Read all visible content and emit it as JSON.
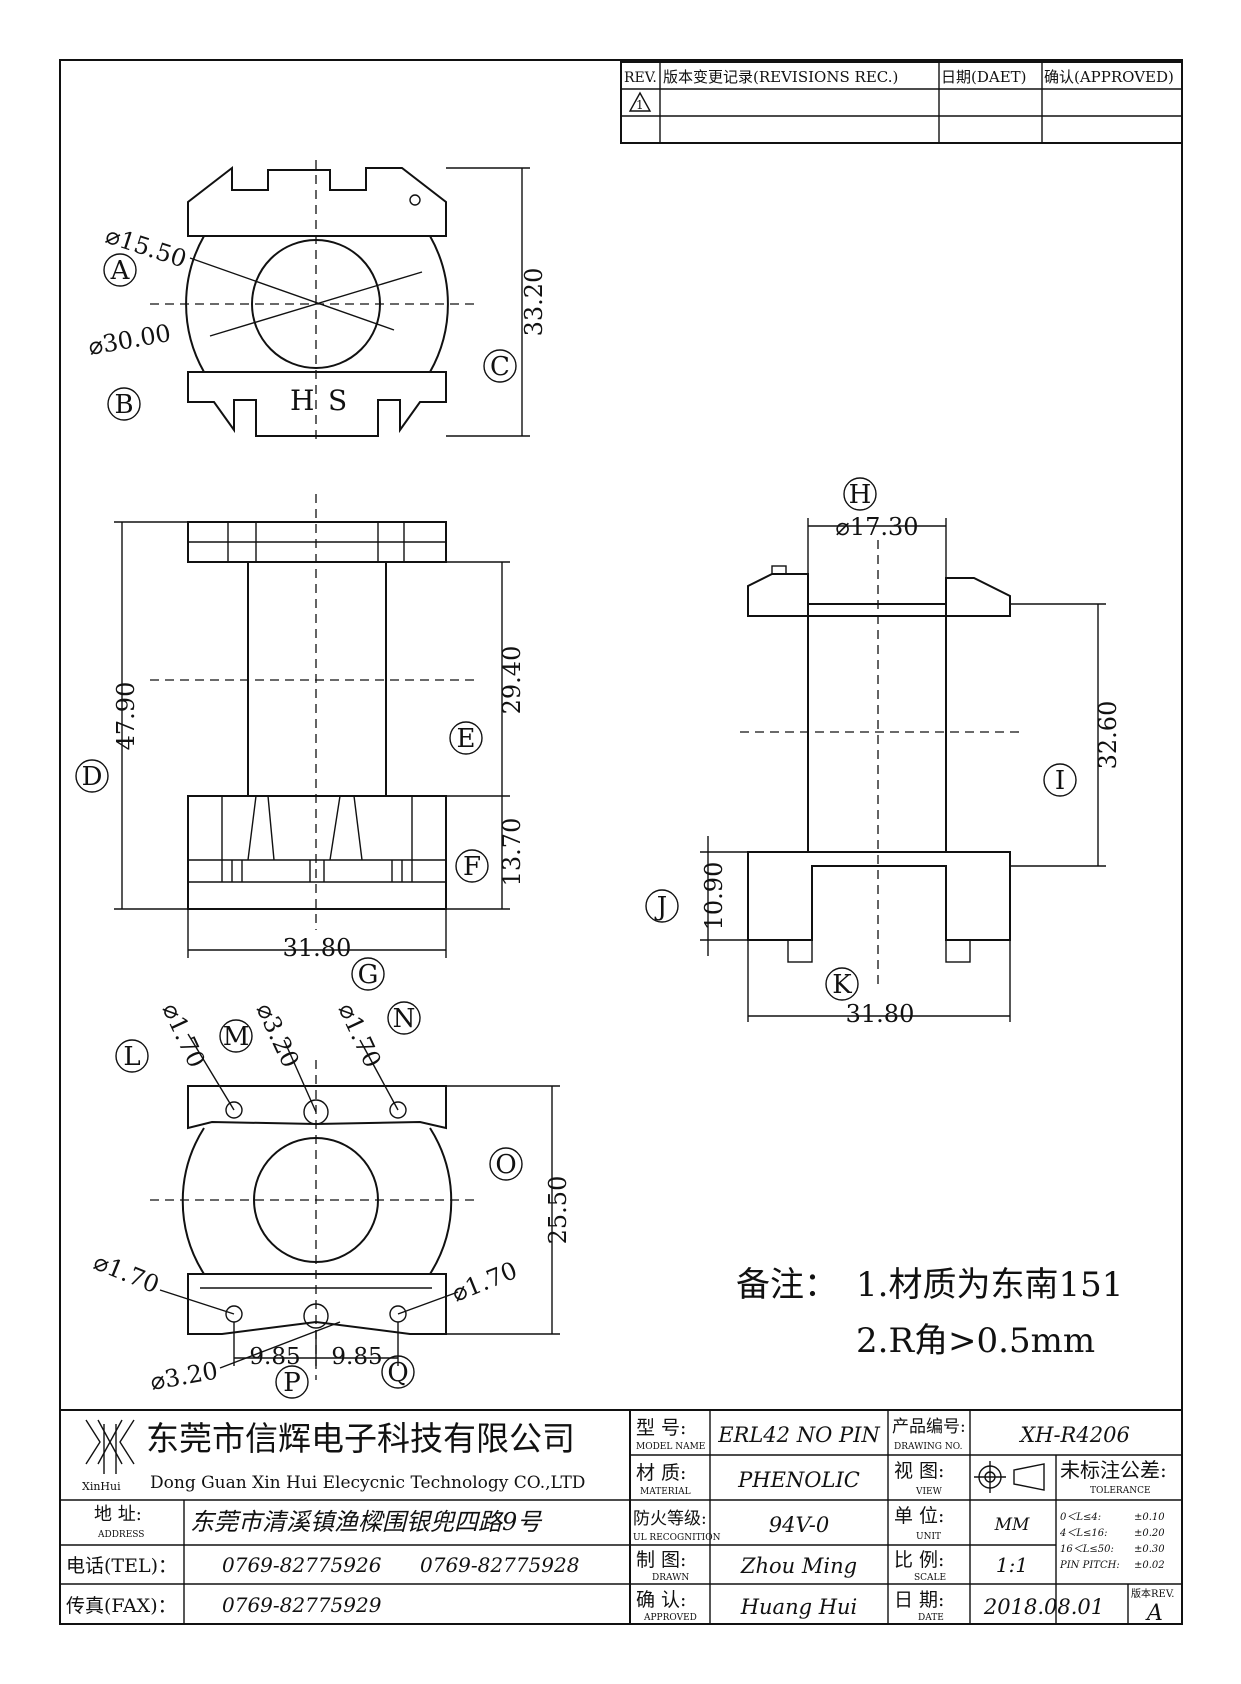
{
  "revision_table": {
    "headers": [
      "REV.",
      "版本变更记录(REVISIONS REC.)",
      "日期(DAET)",
      "确认(APPROVED)"
    ],
    "row1_mark": "1"
  },
  "dimensions": {
    "top_dia_inner": "⌀15.50",
    "top_dia_outer": "⌀30.00",
    "top_height": "33.20",
    "top_marks": [
      "H",
      "S"
    ],
    "side_total": "47.90",
    "side_winding": "29.40",
    "side_base": "13.70",
    "side_width": "31.80",
    "right_dia": "⌀17.30",
    "right_height": "32.60",
    "right_base": "10.90",
    "right_width": "31.80",
    "bottom_pin1": "⌀1.70",
    "bottom_pin2": "⌀3.20",
    "bottom_pin3": "⌀1.70",
    "bottom_height": "25.50",
    "bottom_left_pin": "⌀1.70",
    "bottom_right_pin": "⌀1.70",
    "bottom_dia_big": "⌀3.20",
    "pitch1": "9.85",
    "pitch2": "9.85"
  },
  "balloons": [
    "A",
    "B",
    "C",
    "D",
    "E",
    "F",
    "G",
    "H",
    "I",
    "J",
    "K",
    "L",
    "M",
    "N",
    "O",
    "P",
    "Q"
  ],
  "notes": {
    "label": "备注：",
    "line1": "1.材质为东南151",
    "line2": "2.R角>0.5mm"
  },
  "title_block": {
    "company_cn": "东莞市信辉电子科技有限公司",
    "company_en": "Dong Guan Xin Hui Elecycnic Technology CO.,LTD",
    "logo_text": "XinHui",
    "address_label": "地  址:",
    "address_label_en": "ADDRESS",
    "address": "东莞市清溪镇渔樑围银兜四路9号",
    "tel_label": "电话(TEL)：",
    "tel1": "0769-82775926",
    "tel2": "0769-82775928",
    "fax_label": "传真(FAX)：",
    "fax": "0769-82775929",
    "model_label": "型  号:",
    "model_label_en": "MODEL NAME",
    "model": "ERL42 NO PIN",
    "material_label": "材  质:",
    "material_label_en": "MATERIAL",
    "material": "PHENOLIC",
    "ul_label": "防火等级:",
    "ul_label_en": "UL RECOGNITION",
    "ul": "94V-0",
    "drawn_label": "制  图:",
    "drawn_label_en": "DRAWN",
    "drawn": "Zhou Ming",
    "approved_label": "确  认:",
    "approved_label_en": "APPROVED",
    "approved": "Huang Hui",
    "drawing_no_label": "产品编号:",
    "drawing_no_label_en": "DRAWING NO.",
    "drawing_no": "XH-R4206",
    "view_label": "视  图:",
    "view_label_en": "VIEW",
    "unit_label": "单  位:",
    "unit_label_en": "UNIT",
    "unit": "MM",
    "scale_label": "比  例:",
    "scale_label_en": "SCALE",
    "scale": "1:1",
    "date_label": "日  期:",
    "date_label_en": "DATE",
    "date": "2018.08.01",
    "rev_label": "版本REV.",
    "rev": "A",
    "tolerance_label": "未标注公差:",
    "tolerance_label_en": "TOLERANCE",
    "tolerances": [
      {
        "range": "0＜L≤4:",
        "value": "±0.10"
      },
      {
        "range": "4＜L≤16:",
        "value": "±0.20"
      },
      {
        "range": "16＜L≤50:",
        "value": "±0.30"
      },
      {
        "range": "PIN PITCH:",
        "value": "±0.02"
      }
    ]
  }
}
